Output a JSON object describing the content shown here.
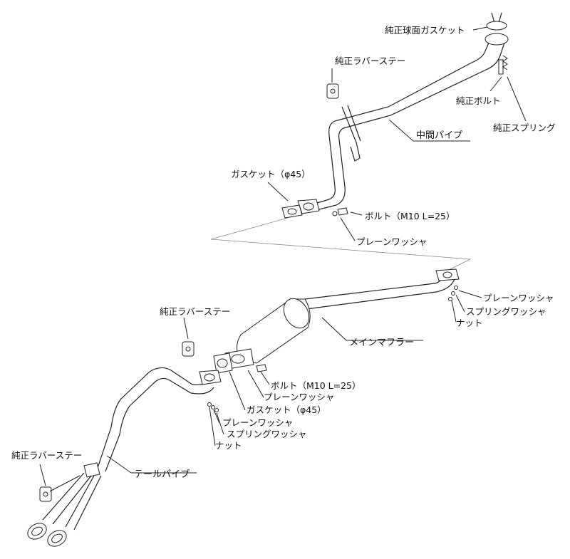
{
  "labels": {
    "oem_ball_gasket": "純正球面ガスケット",
    "oem_rubber_stay_top": "純正ラバーステー",
    "oem_bolt": "純正ボルト",
    "oem_spring": "純正スプリング",
    "center_pipe": "中間パイプ",
    "gasket_45_top": "ガスケット（φ45）",
    "bolt_m10_top": "ボルト（M10 L=25）",
    "plain_washer_top": "プレーンワッシャ",
    "plain_washer_right": "プレーンワッシャ",
    "spring_washer_right": "スプリングワッシャ",
    "nut_right": "ナット",
    "oem_rubber_stay_mid": "純正ラバーステー",
    "main_muffler": "メインマフラー",
    "bolt_m10_mid": "ボルト（M10 L=25）",
    "plain_washer_mid": "プレーンワッシャ",
    "gasket_45_mid": "ガスケット（φ45）",
    "plain_washer_low": "プレーンワッシャ",
    "spring_washer_low": "スプリングワッシャ",
    "nut_low": "ナット",
    "oem_rubber_stay_bottom": "純正ラバーステー",
    "tail_pipe": "テールパイプ"
  }
}
